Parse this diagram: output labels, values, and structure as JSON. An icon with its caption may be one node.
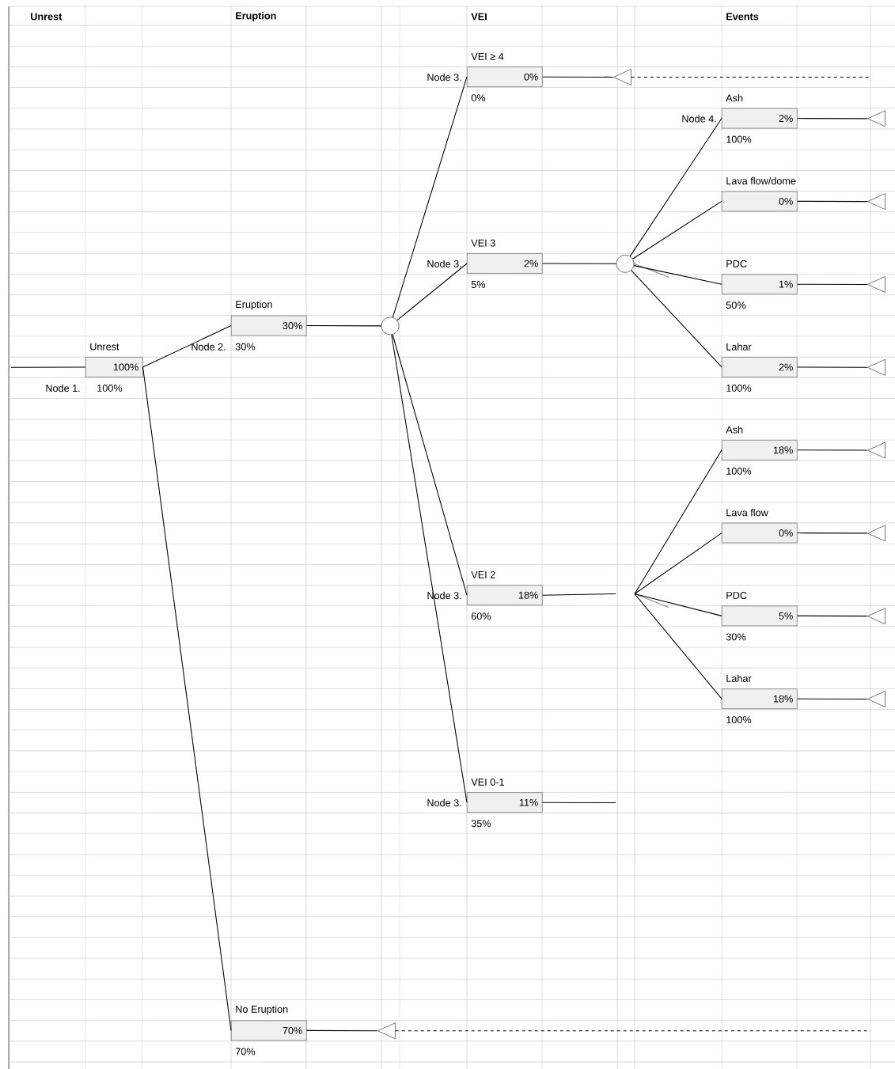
{
  "diagram": {
    "nodes": [
      {
        "text": [
          "Unrest",
          "100%"
        ],
        "beside": [
          "Node 1.",
          "100%"
        ]
      },
      {
        "text": [
          "Eruption",
          "30%"
        ],
        "beside": [
          "Node 2.",
          "30%"
        ]
      },
      {
        "text": [],
        "shape": "circle"
      },
      {
        "text": [
          "VEI ≥ 4",
          "0%"
        ],
        "beside": [
          "Node 3.",
          "0%"
        ]
      },
      {
        "text": [],
        "shape": "triangle"
      },
      {
        "text": [
          "VEI 3",
          "2%"
        ],
        "beside": [
          "Node 3.",
          "5%"
        ]
      },
      {
        "text": [],
        "shape": "circle"
      },
      {
        "text": [
          "Ash",
          "2%"
        ],
        "beside": [
          "Node 4.",
          "100%"
        ]
      },
      {
        "text": [],
        "shape": "triangle"
      },
      {
        "text": [
          "Lava flow/dome",
          "0%"
        ]
      },
      {
        "text": [],
        "shape": "triangle"
      },
      {
        "text": [
          "PDC",
          "1%"
        ],
        "beside": [
          "50%"
        ]
      },
      {
        "text": [],
        "shape": "triangle"
      },
      {
        "text": [
          "Lahar",
          "2%"
        ],
        "beside": [
          "100%"
        ]
      },
      {
        "text": [],
        "shape": "triangle"
      },
      {
        "text": [
          "VEI 2",
          "18%"
        ],
        "beside": [
          "Node 3.",
          "60%"
        ]
      },
      {
        "text": [
          "Ash",
          "18%"
        ],
        "beside": [
          "100%"
        ]
      },
      {
        "text": [],
        "shape": "triangle"
      },
      {
        "text": [
          "Lava flow",
          "0%"
        ]
      },
      {
        "text": [],
        "shape": "triangle"
      },
      {
        "text": [
          "PDC",
          "5%"
        ],
        "beside": [
          "30%"
        ]
      },
      {
        "text": [],
        "shape": "triangle"
      },
      {
        "text": [
          "Lahar",
          "18%"
        ],
        "beside": [
          "100%"
        ]
      },
      {
        "text": [],
        "shape": "triangle"
      },
      {
        "text": [
          "VEI 0-1",
          "11%"
        ],
        "beside": [
          "Node 3.",
          "35%"
        ]
      },
      {
        "text": [
          "No Eruption",
          "70%"
        ],
        "beside": [
          "70%"
        ]
      },
      {
        "text": [],
        "shape": "triangle"
      }
    ],
    "edges": [
      {
        "from": null,
        "to": 0,
        "arrow": "none"
      },
      {
        "from": 0,
        "to": 1,
        "arrow": "none"
      },
      {
        "from": 0,
        "to": 25,
        "arrow": "none"
      },
      {
        "from": 1,
        "to": 2,
        "arrow": "none"
      },
      {
        "from": 2,
        "to": 3,
        "arrow": "none"
      },
      {
        "from": 2,
        "to": 5,
        "arrow": "none"
      },
      {
        "from": 2,
        "to": 15,
        "arrow": "none"
      },
      {
        "from": 2,
        "to": 24,
        "arrow": "none"
      },
      {
        "from": 3,
        "to": 4,
        "arrow": "none"
      },
      {
        "from": 4,
        "to": null,
        "arrow": "none",
        "style": "dashed"
      },
      {
        "from": 5,
        "to": 6,
        "arrow": "none"
      },
      {
        "from": 6,
        "to": 7,
        "arrow": "none"
      },
      {
        "from": 6,
        "to": 9,
        "arrow": "none"
      },
      {
        "from": 6,
        "to": 11,
        "arrow": "none"
      },
      {
        "from": 6,
        "to": 13,
        "arrow": "none"
      },
      {
        "from": 7,
        "to": 8,
        "arrow": "none"
      },
      {
        "from": 9,
        "to": 10,
        "arrow": "none"
      },
      {
        "from": 11,
        "to": 12,
        "arrow": "none"
      },
      {
        "from": 13,
        "to": 14,
        "arrow": "none"
      },
      {
        "from": 15,
        "to": null,
        "arrow": "none"
      },
      {
        "from": null,
        "to": 16,
        "arrow": "none"
      },
      {
        "from": null,
        "to": 18,
        "arrow": "none"
      },
      {
        "from": null,
        "to": 20,
        "arrow": "none"
      },
      {
        "from": null,
        "to": 22,
        "arrow": "none"
      },
      {
        "from": 16,
        "to": 17,
        "arrow": "none"
      },
      {
        "from": 18,
        "to": 19,
        "arrow": "none"
      },
      {
        "from": 20,
        "to": 21,
        "arrow": "none"
      },
      {
        "from": 22,
        "to": 23,
        "arrow": "none"
      },
      {
        "from": 24,
        "to": null,
        "arrow": "none"
      },
      {
        "from": 25,
        "to": 26,
        "arrow": "none"
      },
      {
        "from": 26,
        "to": null,
        "arrow": "none",
        "style": "dashed"
      }
    ],
    "labels": [
      "Unrest",
      "Eruption",
      "VEI",
      "Events"
    ]
  }
}
